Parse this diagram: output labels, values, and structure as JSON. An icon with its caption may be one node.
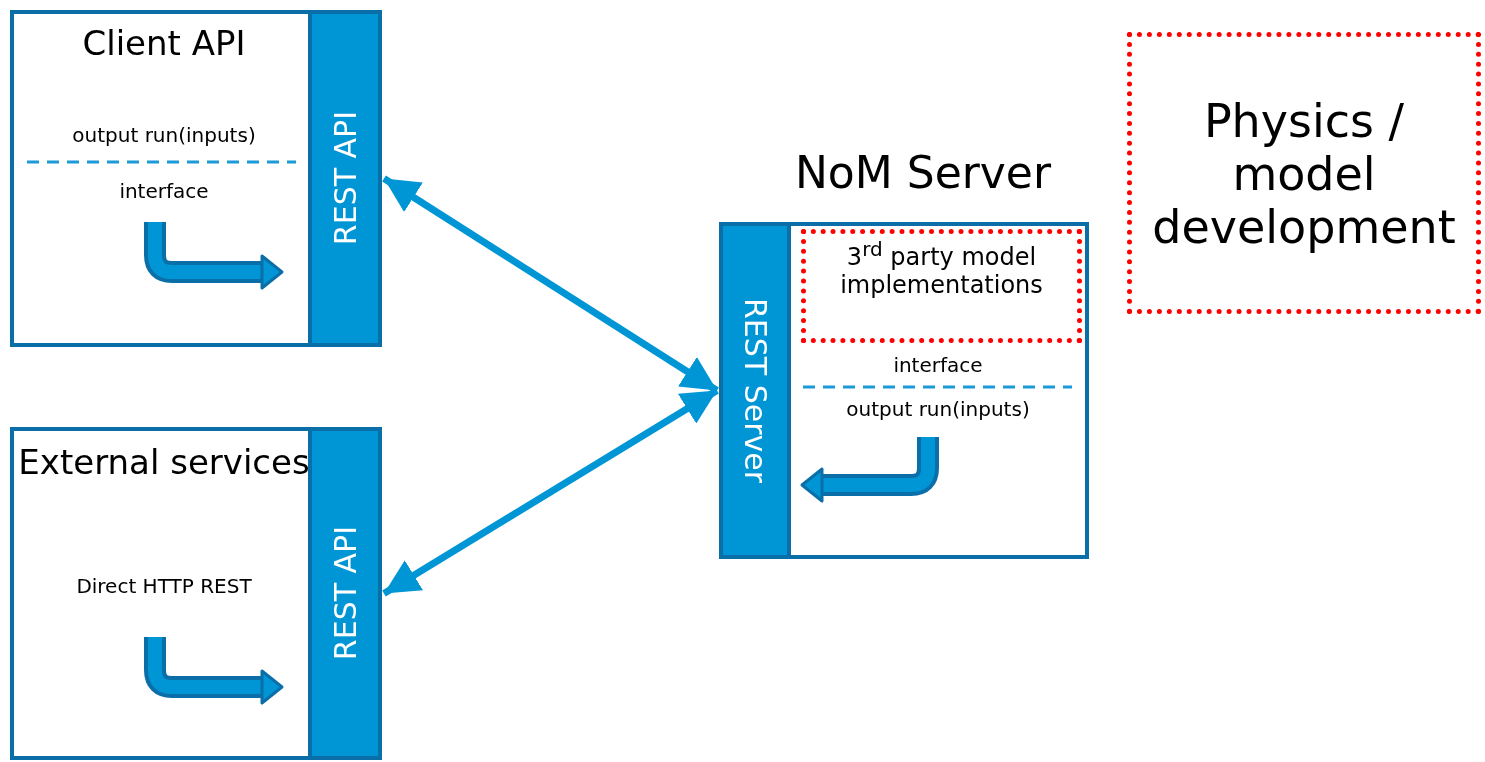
{
  "diagram": {
    "nodes": [
      {
        "text": [
          "Client API",
          "output run(inputs)",
          "interface"
        ]
      },
      {
        "text": [
          "REST API"
        ],
        "in": 0
      },
      {
        "text": [
          "External services",
          "Direct HTTP REST"
        ]
      },
      {
        "text": [
          "REST API"
        ],
        "in": 2
      },
      {
        "text": [
          "NoM Server",
          "interface",
          "output run(inputs)"
        ]
      },
      {
        "text": [
          "REST Server"
        ],
        "in": 4
      },
      {
        "text": [
          "3$^{rd}$ party model implementations"
        ],
        "in": 4
      },
      {
        "text": [
          "Physics / model development"
        ]
      }
    ],
    "edges": [
      {
        "from": 1,
        "to": 5,
        "arrow": "both"
      },
      {
        "from": 3,
        "to": 5,
        "arrow": "both"
      }
    ]
  }
}
